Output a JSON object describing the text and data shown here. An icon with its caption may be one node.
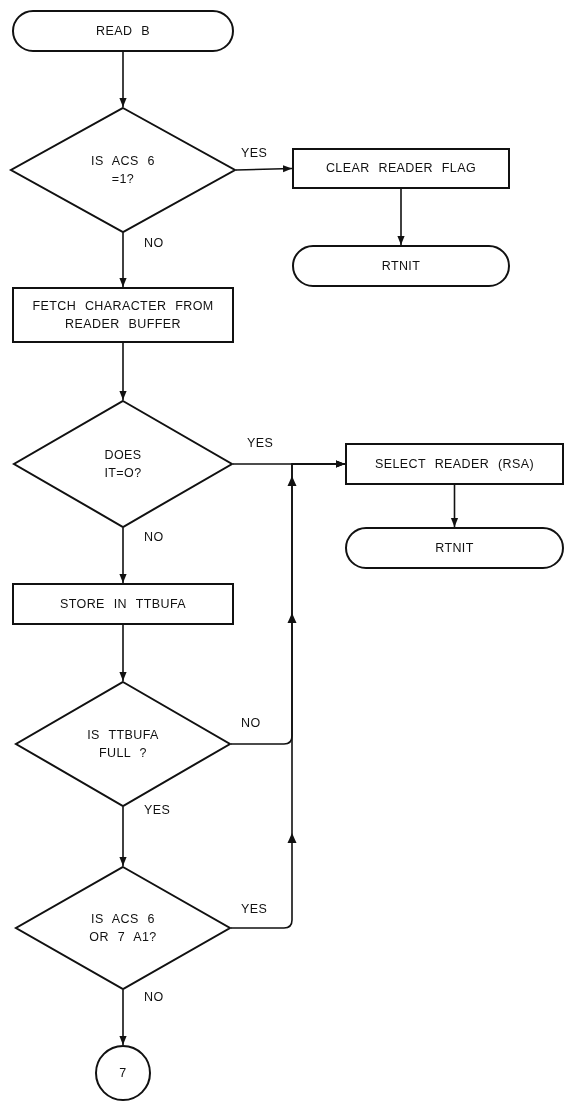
{
  "diagram": {
    "nodes": [
      {
        "text": [
          "READ B"
        ]
      },
      {
        "text": [
          "IS ACS 6 =1?"
        ]
      },
      {
        "text": [
          "CLEAR READER FLAG"
        ]
      },
      {
        "text": [
          "RTNIT"
        ]
      },
      {
        "text": [
          "FETCH CHARACTER FROM READER BUFFER"
        ]
      },
      {
        "text": [
          "DOES IT=O?"
        ]
      },
      {
        "text": [
          "SELECT READER (RSA)"
        ]
      },
      {
        "text": [
          "RTNIT"
        ]
      },
      {
        "text": [
          "STORE IN TTBUFA"
        ]
      },
      {
        "text": [
          "IS TTBUFA FULL ?"
        ]
      },
      {
        "text": [
          "IS ACS 6 OR 7 A1?"
        ]
      },
      {
        "text": [
          "7"
        ]
      }
    ],
    "edges": [
      {
        "from": 0,
        "to": 1,
        "arrow": "to"
      },
      {
        "from": 1,
        "to": 2,
        "arrow": "to",
        "label": "YES"
      },
      {
        "from": 2,
        "to": 3,
        "arrow": "to"
      },
      {
        "from": 1,
        "to": 4,
        "arrow": "to",
        "label": "NO"
      },
      {
        "from": 4,
        "to": 5,
        "arrow": "to"
      },
      {
        "from": 5,
        "to": 6,
        "arrow": "to",
        "label": "YES"
      },
      {
        "from": 6,
        "to": 7,
        "arrow": "to"
      },
      {
        "from": 5,
        "to": 8,
        "arrow": "to",
        "label": "NO"
      },
      {
        "from": 8,
        "to": 9,
        "arrow": "to"
      },
      {
        "from": 9,
        "to": 6,
        "arrow": "to",
        "label": "NO"
      },
      {
        "from": 9,
        "to": 10,
        "arrow": "to",
        "label": "YES"
      },
      {
        "from": 10,
        "to": 6,
        "arrow": "to",
        "label": "YES"
      },
      {
        "from": 10,
        "to": 11,
        "arrow": "to",
        "label": "NO"
      }
    ]
  }
}
